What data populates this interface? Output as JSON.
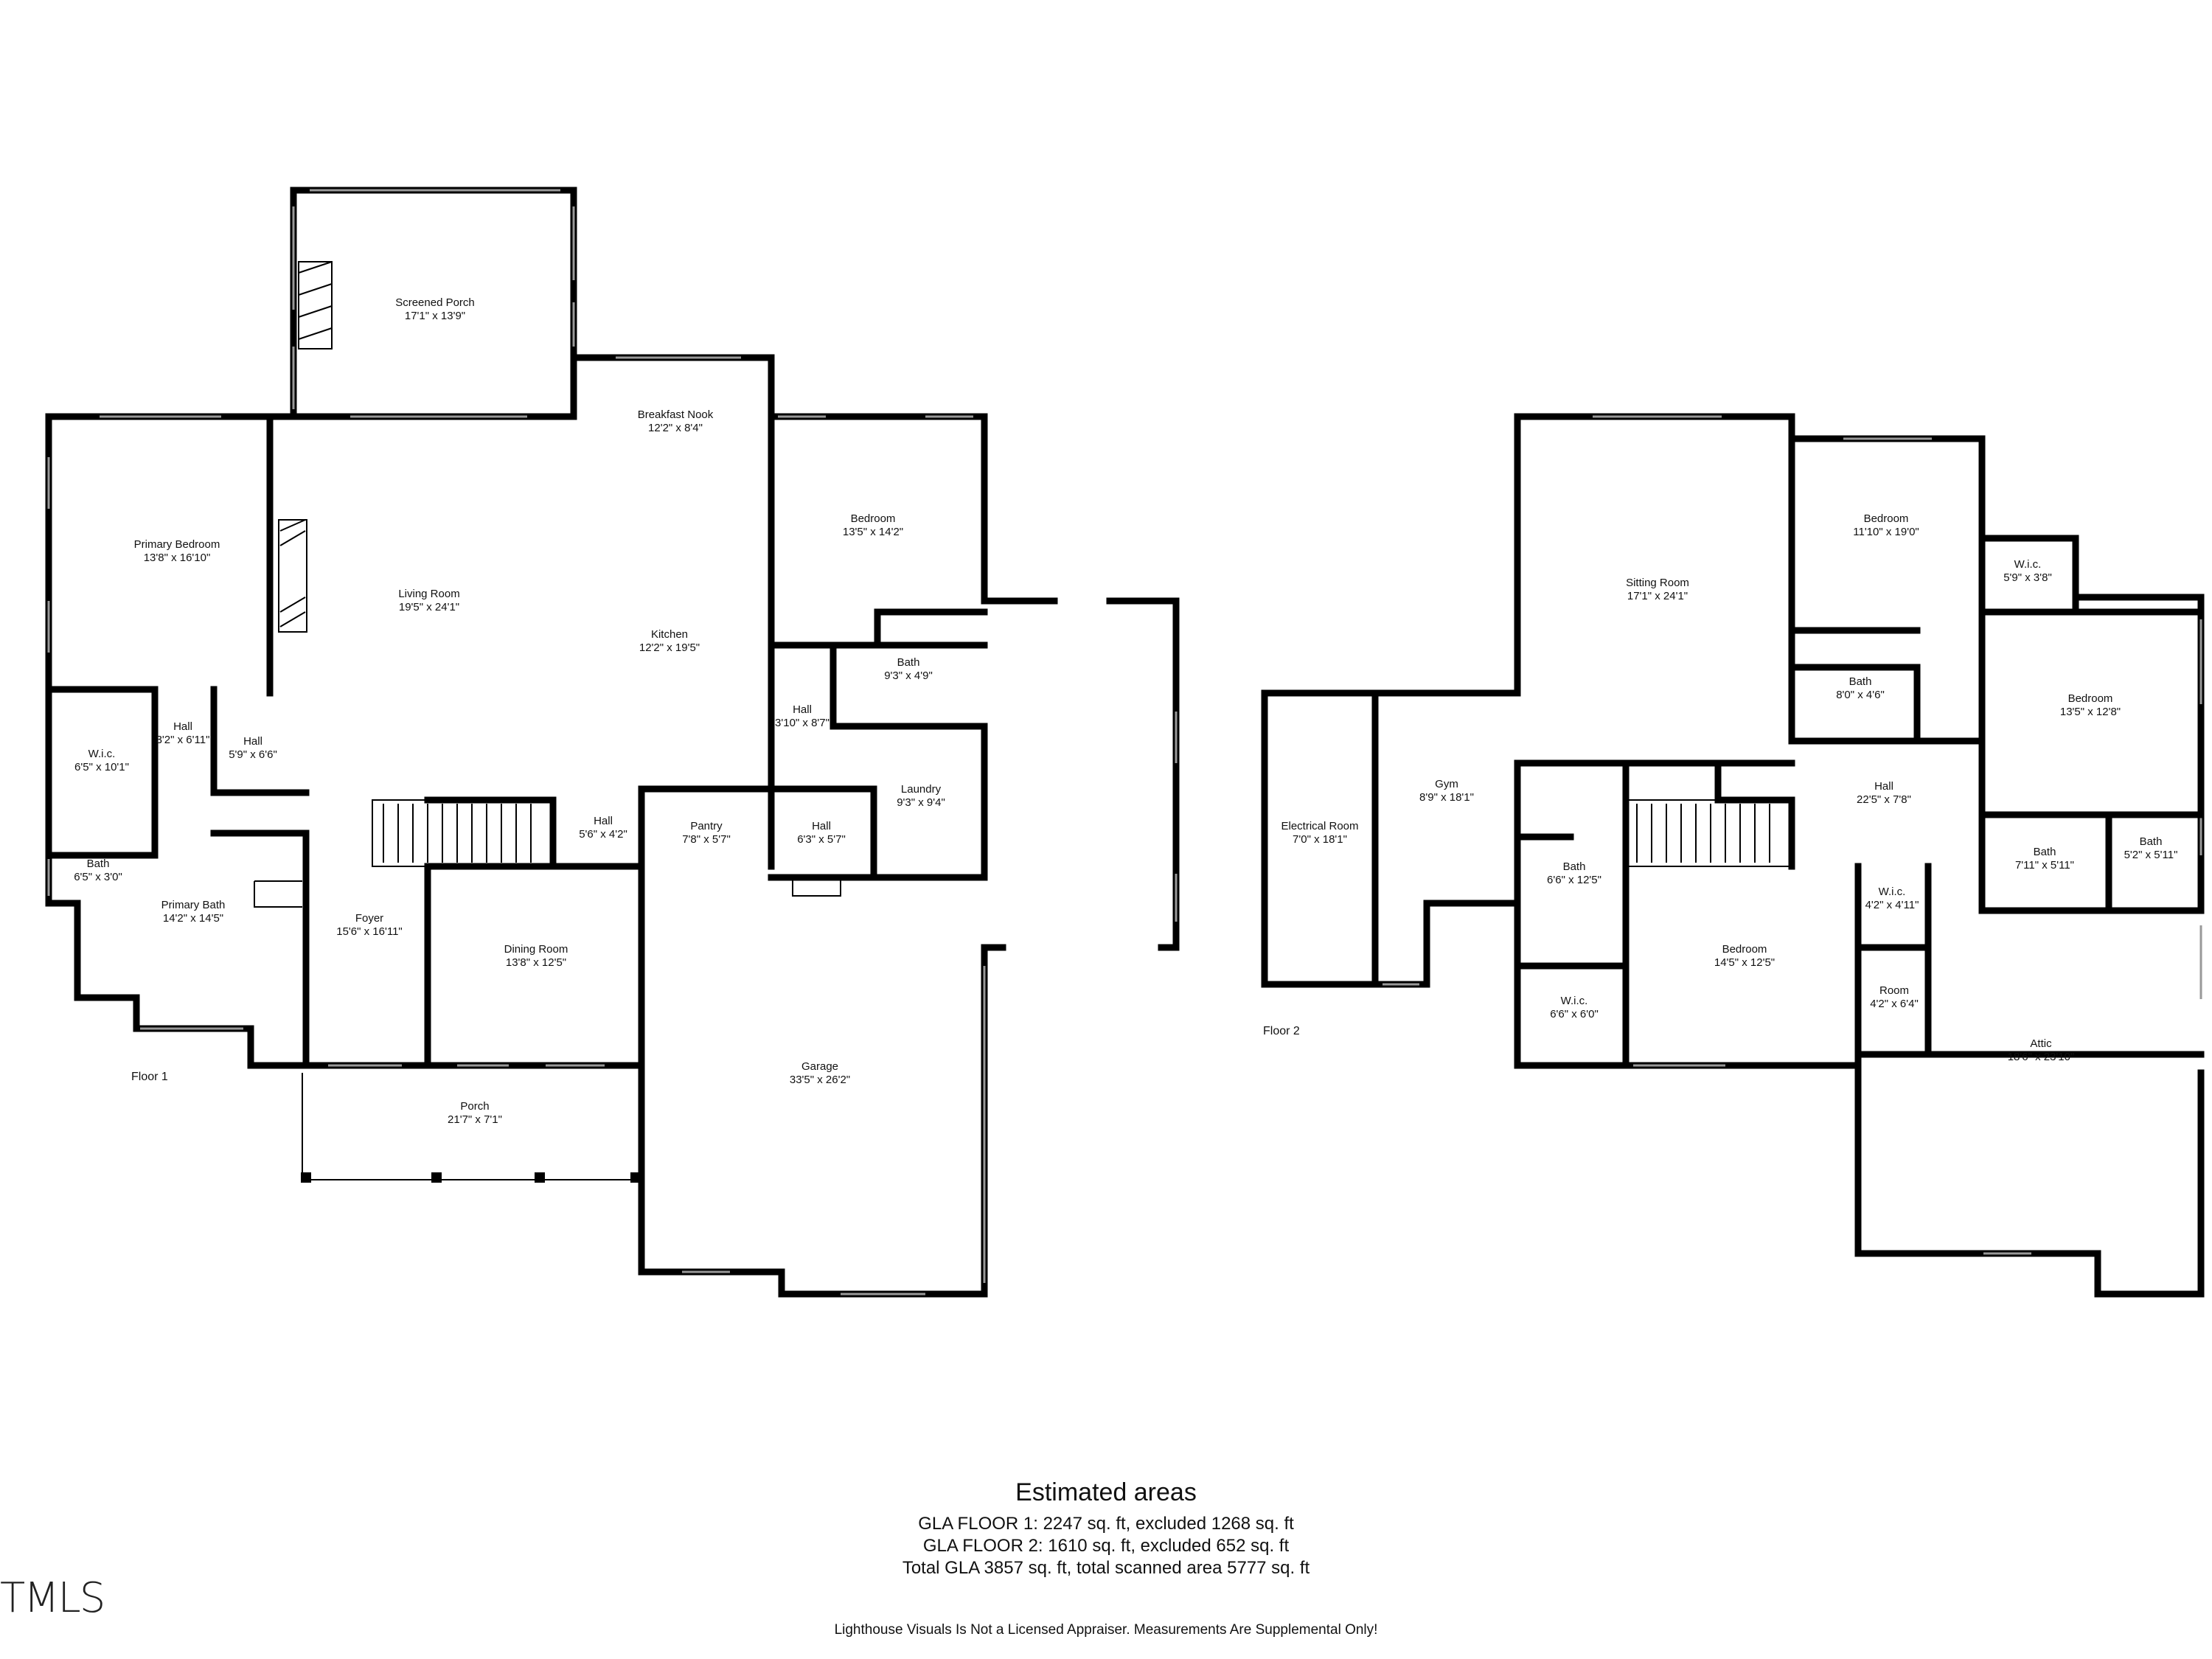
{
  "floor1": {
    "label": "Floor 1",
    "rooms": [
      {
        "id": "screened-porch",
        "name": "Screened Porch",
        "dims": "17'1\" x 13'9\""
      },
      {
        "id": "breakfast-nook",
        "name": "Breakfast Nook",
        "dims": "12'2\" x 8'4\""
      },
      {
        "id": "primary-bedroom",
        "name": "Primary Bedroom",
        "dims": "13'8\" x 16'10\""
      },
      {
        "id": "living-room",
        "name": "Living Room",
        "dims": "19'5\" x 24'1\""
      },
      {
        "id": "kitchen",
        "name": "Kitchen",
        "dims": "12'2\" x 19'5\""
      },
      {
        "id": "bedroom-1",
        "name": "Bedroom",
        "dims": "13'5\" x 14'2\""
      },
      {
        "id": "bath-1",
        "name": "Bath",
        "dims": "9'3\" x 4'9\""
      },
      {
        "id": "wic-1",
        "name": "W.i.c.",
        "dims": "6'5\" x 10'1\""
      },
      {
        "id": "hall-a",
        "name": "Hall",
        "dims": "3'2\" x 6'11\""
      },
      {
        "id": "hall-b",
        "name": "Hall",
        "dims": "5'9\" x 6'6\""
      },
      {
        "id": "hall-c",
        "name": "Hall",
        "dims": "3'10\" x 8'7\""
      },
      {
        "id": "laundry",
        "name": "Laundry",
        "dims": "9'3\" x 9'4\""
      },
      {
        "id": "bath-2",
        "name": "Bath",
        "dims": "6'5\" x 3'0\""
      },
      {
        "id": "primary-bath",
        "name": "Primary Bath",
        "dims": "14'2\" x 14'5\""
      },
      {
        "id": "hall-d",
        "name": "Hall",
        "dims": "5'6\" x 4'2\""
      },
      {
        "id": "pantry",
        "name": "Pantry",
        "dims": "7'8\" x 5'7\""
      },
      {
        "id": "hall-e",
        "name": "Hall",
        "dims": "6'3\" x 5'7\""
      },
      {
        "id": "foyer",
        "name": "Foyer",
        "dims": "15'6\" x 16'11\""
      },
      {
        "id": "dining-room",
        "name": "Dining Room",
        "dims": "13'8\" x 12'5\""
      },
      {
        "id": "garage",
        "name": "Garage",
        "dims": "33'5\" x 26'2\""
      },
      {
        "id": "porch",
        "name": "Porch",
        "dims": "21'7\" x 7'1\""
      }
    ]
  },
  "floor2": {
    "label": "Floor 2",
    "rooms": [
      {
        "id": "sitting-room",
        "name": "Sitting Room",
        "dims": "17'1\" x 24'1\""
      },
      {
        "id": "bedroom-2",
        "name": "Bedroom",
        "dims": "11'10\" x 19'0\""
      },
      {
        "id": "wic-2",
        "name": "W.i.c.",
        "dims": "5'9\" x 3'8\""
      },
      {
        "id": "bedroom-3",
        "name": "Bedroom",
        "dims": "13'5\" x 12'8\""
      },
      {
        "id": "bath-3",
        "name": "Bath",
        "dims": "8'0\" x 4'6\""
      },
      {
        "id": "electrical-room",
        "name": "Electrical Room",
        "dims": "7'0\" x 18'1\""
      },
      {
        "id": "gym",
        "name": "Gym",
        "dims": "8'9\" x 18'1\""
      },
      {
        "id": "hall-f",
        "name": "Hall",
        "dims": "22'5\" x 7'8\""
      },
      {
        "id": "bath-4",
        "name": "Bath",
        "dims": "6'6\" x 12'5\""
      },
      {
        "id": "bath-5",
        "name": "Bath",
        "dims": "7'11\" x 5'11\""
      },
      {
        "id": "bath-6",
        "name": "Bath",
        "dims": "5'2\" x 5'11\""
      },
      {
        "id": "wic-3",
        "name": "W.i.c.",
        "dims": "4'2\" x 4'11\""
      },
      {
        "id": "bedroom-4",
        "name": "Bedroom",
        "dims": "14'5\" x 12'5\""
      },
      {
        "id": "room",
        "name": "Room",
        "dims": "4'2\" x 6'4\""
      },
      {
        "id": "wic-4",
        "name": "W.i.c.",
        "dims": "6'6\" x 6'0\""
      },
      {
        "id": "attic",
        "name": "Attic",
        "dims": "18'6\" x 23'10\""
      }
    ]
  },
  "areas": {
    "title": "Estimated areas",
    "line1": "GLA FLOOR 1: 2247 sq. ft, excluded 1268 sq. ft",
    "line2": "GLA FLOOR 2: 1610 sq. ft, excluded 652 sq. ft",
    "line3": "Total GLA 3857 sq. ft, total scanned area 5777 sq. ft"
  },
  "disclaimer": "Lighthouse Visuals Is Not a Licensed Appraiser. Measurements Are Supplemental Only!",
  "logo": "TMLS"
}
